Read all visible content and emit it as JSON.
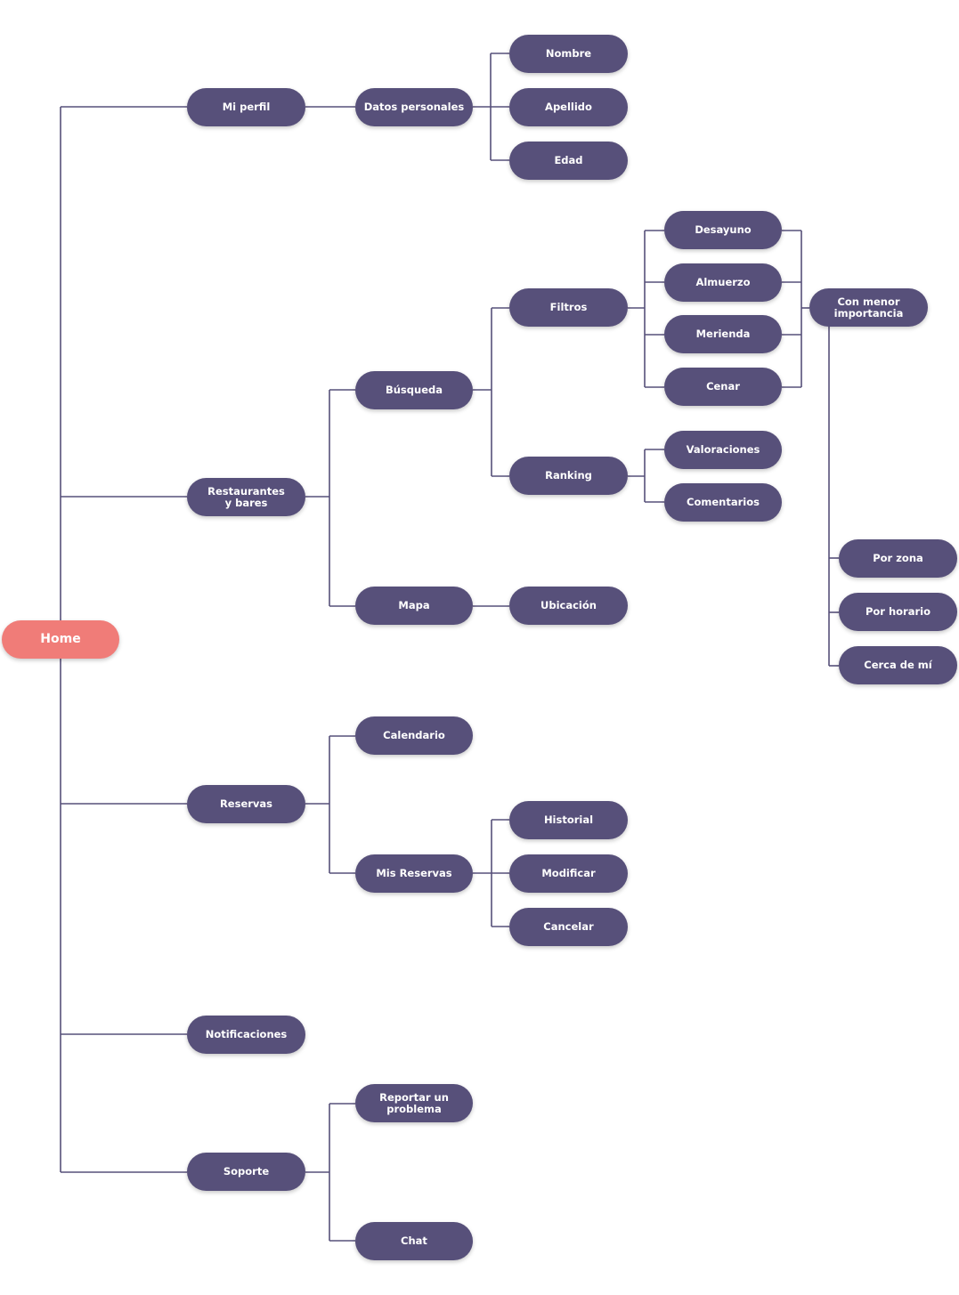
{
  "colors": {
    "node_fill": "#57507A",
    "root_fill": "#F07C78",
    "connector": "#57507A",
    "text": "#FFFFFF"
  },
  "nodes": {
    "home": "Home",
    "mi_perfil": "Mi perfil",
    "datos_personales": "Datos personales",
    "nombre": "Nombre",
    "apellido": "Apellido",
    "edad": "Edad",
    "restaurantes_bares": "Restaurantes\ny bares",
    "busqueda": "Búsqueda",
    "filtros": "Filtros",
    "desayuno": "Desayuno",
    "almuerzo": "Almuerzo",
    "merienda": "Merienda",
    "cenar": "Cenar",
    "con_menor_importancia": "Con menor\nimportancia",
    "por_zona": "Por zona",
    "por_horario": "Por horario",
    "cerca_de_mi": "Cerca de mí",
    "ranking": "Ranking",
    "valoraciones": "Valoraciones",
    "comentarios": "Comentarios",
    "mapa": "Mapa",
    "ubicacion": "Ubicación",
    "reservas": "Reservas",
    "calendario": "Calendario",
    "mis_reservas": "Mis Reservas",
    "historial": "Historial",
    "modificar": "Modificar",
    "cancelar": "Cancelar",
    "notificaciones": "Notificaciones",
    "soporte": "Soporte",
    "reportar_problema": "Reportar un\nproblema",
    "chat": "Chat"
  }
}
